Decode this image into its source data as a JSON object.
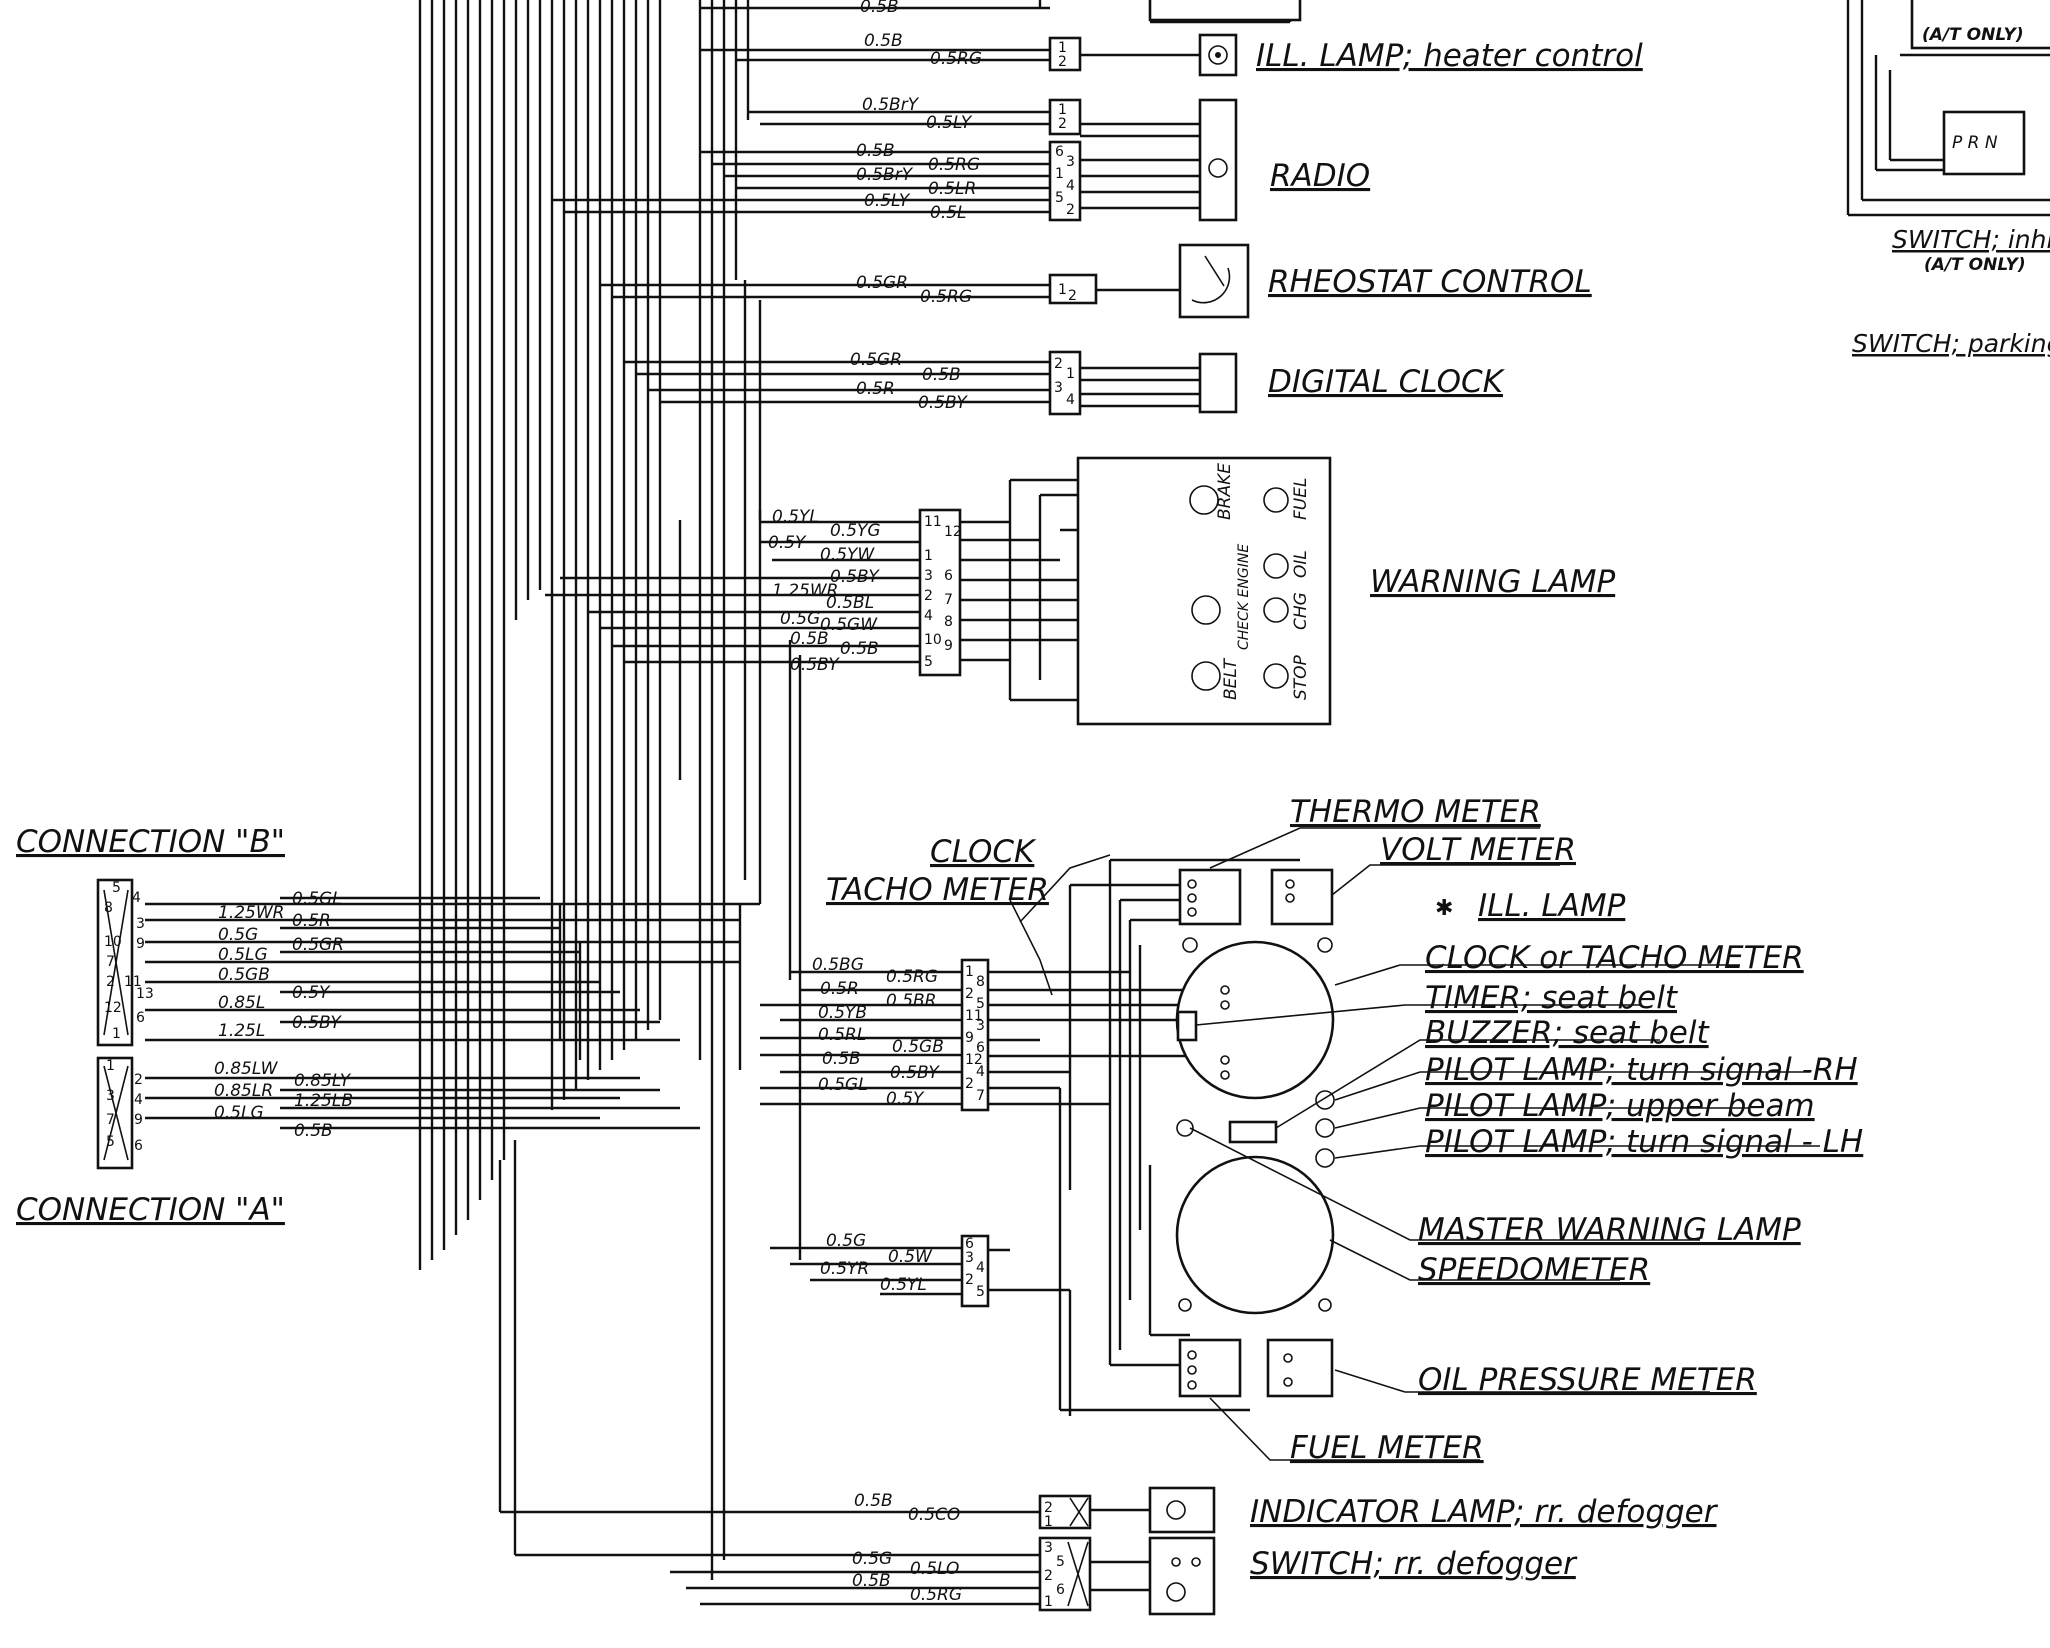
{
  "components": {
    "ill_lamp_heater": "ILL. LAMP; heater control",
    "radio": "RADIO",
    "rheostat": "RHEOSTAT CONTROL",
    "digital_clock": "DIGITAL CLOCK",
    "warning_lamp": "WARNING LAMP",
    "connection_b": "CONNECTION \"B\"",
    "connection_a": "CONNECTION \"A\"",
    "clock": "CLOCK",
    "tacho_meter": "TACHO METER",
    "thermo_meter": "THERMO METER",
    "volt_meter": "VOLT METER",
    "ill_lamp": "ILL. LAMP",
    "clock_or_tacho": "CLOCK or TACHO METER",
    "timer": "TIMER; seat belt",
    "buzzer": "BUZZER; seat belt",
    "pilot_rh": "PILOT LAMP; turn signal -RH",
    "pilot_upper": "PILOT LAMP; upper beam",
    "pilot_lh": "PILOT LAMP; turn signal - LH",
    "master_warning": "MASTER WARNING LAMP",
    "speedometer": "SPEEDOMETER",
    "oil_pressure": "OIL PRESSURE METER",
    "fuel_meter": "FUEL METER",
    "indicator_lamp": "INDICATOR LAMP; rr. defogger",
    "switch_defogger": "SWITCH; rr. defogger",
    "switch_inhibitor": "SWITCH; inhi",
    "at_only_1": "(A/T ONLY)",
    "at_only_2": "(A/T ONLY)",
    "switch_parking": "SWITCH; parking",
    "prn": "P R N"
  },
  "warning_lamps": {
    "brake": "BRAKE",
    "fuel": "FUEL",
    "oil": "OIL",
    "check_engine": "CHECK ENGINE",
    "chg": "CHG",
    "belt": "BELT",
    "stop": "STOP"
  },
  "wires": {
    "top": "0.5B",
    "heater_1": "0.5B",
    "heater_2": "0.5RG",
    "radio_1": "0.5BrY",
    "radio_2": "0.5LY",
    "radio_3": "0.5B",
    "radio_4": "0.5RG",
    "radio_5": "0.5BrY",
    "radio_6": "0.5LR",
    "radio_7": "0.5LY",
    "radio_8": "0.5L",
    "rheo_1": "0.5GR",
    "rheo_2": "0.5RG",
    "clock_1": "0.5GR",
    "clock_2": "0.5B",
    "clock_3": "0.5R",
    "clock_4": "0.5BY",
    "wl_1": "0.5YL",
    "wl_2": "0.5YG",
    "wl_3": "0.5Y",
    "wl_4": "0.5YW",
    "wl_5": "0.5BY",
    "wl_6": "1.25WR",
    "wl_7": "0.5BL",
    "wl_8": "0.5G",
    "wl_9": "0.5GW",
    "wl_10": "0.5B",
    "wl_11": "0.5B",
    "wl_12": "0.5BY",
    "cb_1": "1.25WR",
    "cb_2": "0.5GL",
    "cb_3": "0.5G",
    "cb_4": "0.5R",
    "cb_5": "0.5LG",
    "cb_6": "0.5GR",
    "cb_7": "0.5GB",
    "cb_8": "0.5Y",
    "cb_9": "0.85L",
    "cb_10": "0.5BY",
    "cb_11": "1.25L",
    "ca_1": "0.85LW",
    "ca_2": "0.85LR",
    "ca_3": "0.85LY",
    "ca_4": "0.5LG",
    "ca_5": "1.25LB",
    "ca_6": "0.5B",
    "mc_1": "0.5BG",
    "mc_2": "0.5RG",
    "mc_3": "0.5R",
    "mc_4": "0.5BR",
    "mc_5": "0.5YB",
    "mc_6": "0.5RL",
    "mc_7": "0.5GB",
    "mc_8": "0.5B",
    "mc_9": "0.5BY",
    "mc_10": "0.5GL",
    "mc_11": "0.5Y",
    "sc_1": "0.5G",
    "sc_2": "0.5W",
    "sc_3": "0.5YR",
    "sc_4": "0.5YL",
    "ind_1": "0.5B",
    "ind_2": "0.5CO",
    "sw_1": "0.5G",
    "sw_2": "0.5LO",
    "sw_3": "0.5B",
    "sw_4": "0.5RG"
  }
}
